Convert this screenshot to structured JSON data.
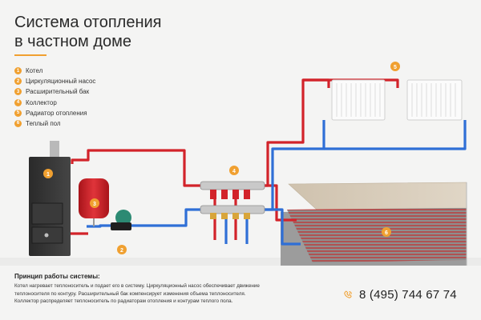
{
  "header": {
    "title_line1": "Система отопления",
    "title_line2": "в частном доме"
  },
  "legend": [
    {
      "num": "1",
      "label": "Котел"
    },
    {
      "num": "2",
      "label": "Циркуляционный насос"
    },
    {
      "num": "3",
      "label": "Расширительный бак"
    },
    {
      "num": "4",
      "label": "Коллектор"
    },
    {
      "num": "5",
      "label": "Радиатор отопления"
    },
    {
      "num": "6",
      "label": "Теплый пол"
    }
  ],
  "markers": {
    "m1": "1",
    "m2": "2",
    "m3": "3",
    "m4": "4",
    "m5": "5",
    "m6": "6"
  },
  "principle": {
    "title": "Принцип работы системы:",
    "line1": "Котел нагревает теплоноситель и подает его в систему. Циркуляционный насос обеспечивает движение",
    "line2": "теплоносителя по контуру. Расширительный бак компенсирует изменения объема теплоносителя.",
    "line3": "Коллектор распределяет теплоноситель по радиаторам отопления и контурам теплого пола."
  },
  "contact": {
    "phone": "8 (495) 744 67 74"
  },
  "colors": {
    "accent": "#f0a030",
    "hot_pipe": "#d2232a",
    "cold_pipe": "#2f6fd6"
  },
  "icons": {
    "phone": "phone-icon"
  }
}
